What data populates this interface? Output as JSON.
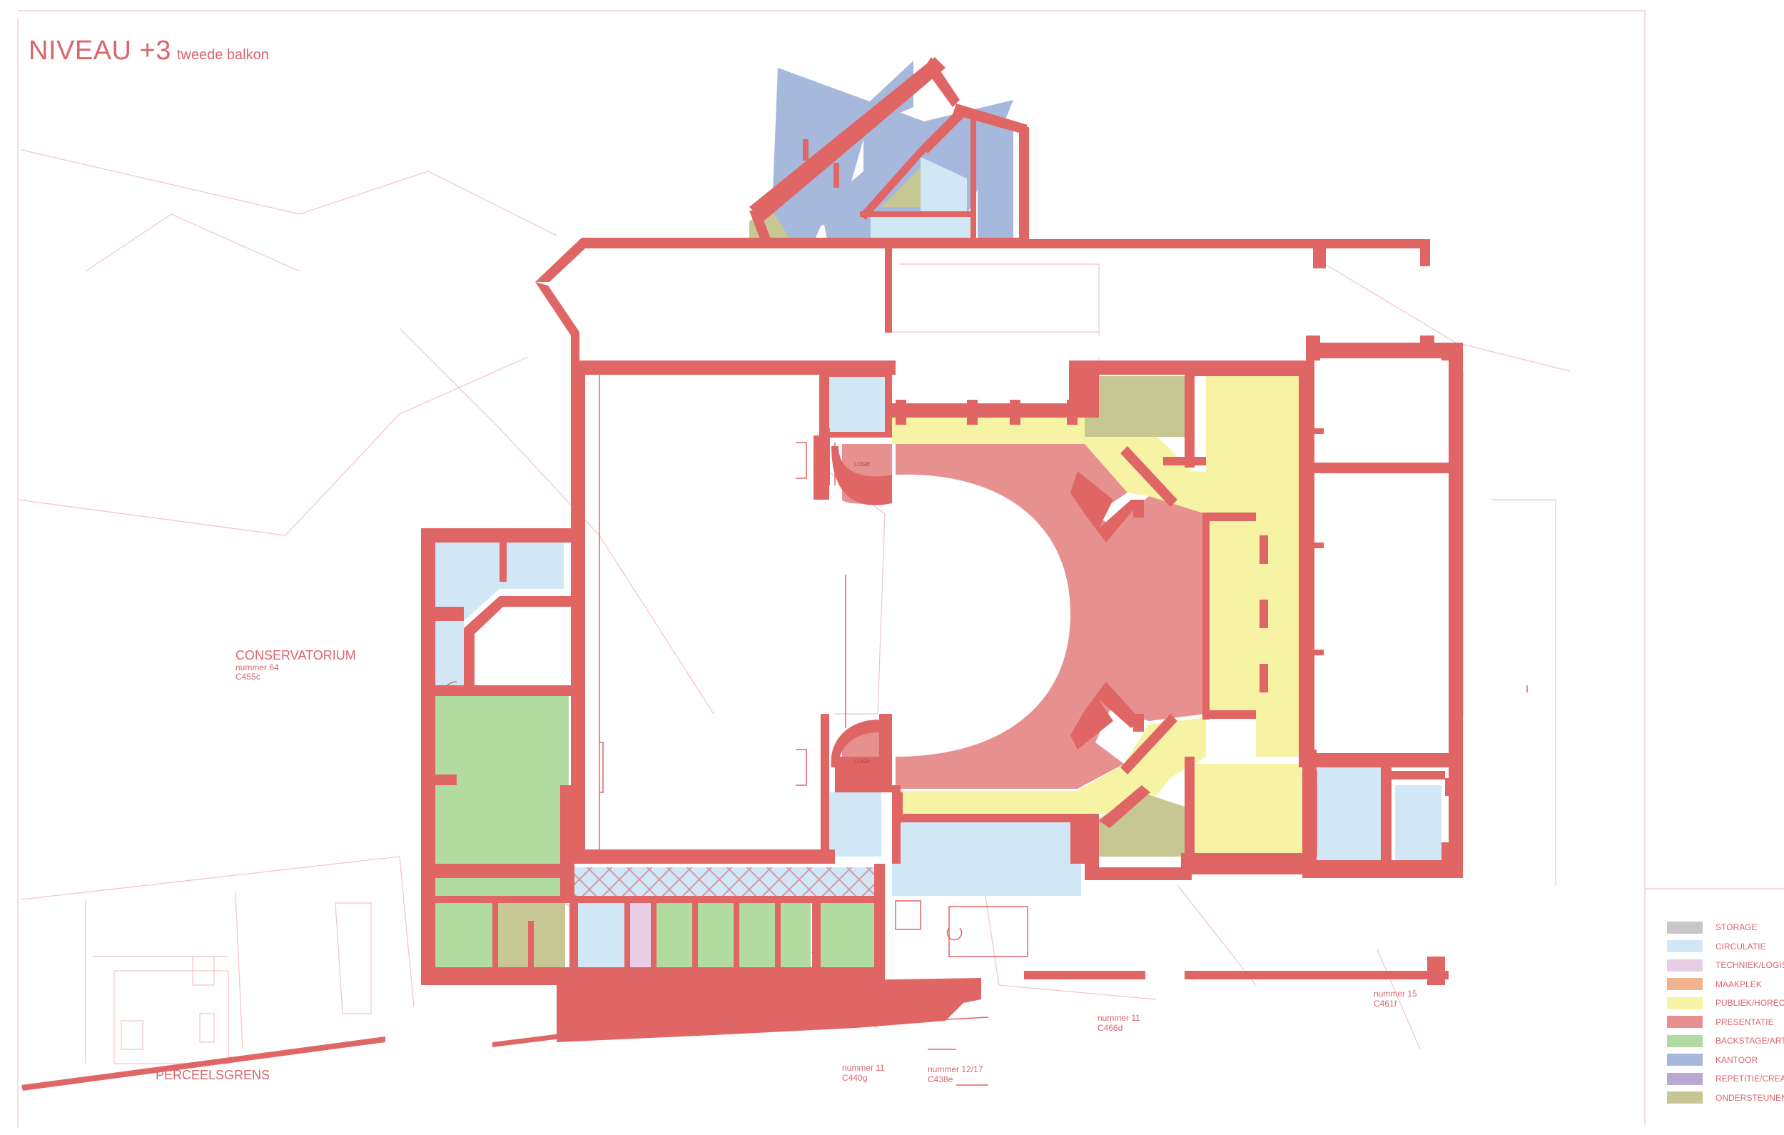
{
  "title": {
    "main": "NIVEAU +3",
    "sub": "tweede balkon"
  },
  "neighbours": [
    {
      "name": "CONSERVATORIUM",
      "number": "nummer 64",
      "code": "C455c"
    },
    {
      "name": "",
      "number": "nummer 11",
      "code": "C440g"
    },
    {
      "name": "",
      "number": "nummer 12/17",
      "code": "C438e"
    },
    {
      "name": "",
      "number": "nummer 11",
      "code": "C466d"
    },
    {
      "name": "",
      "number": "nummer 15",
      "code": "C461f"
    }
  ],
  "boundary_label": "PERCEELSGRENS",
  "room_labels": {
    "loge_north": "LOGE",
    "loge_south": "LOGE"
  },
  "legend": [
    {
      "label": "STORAGE",
      "color": "#c8c6c8"
    },
    {
      "label": "CIRCULATIE",
      "color": "#d2e7f6"
    },
    {
      "label": "TECHNIEK/LOGISTIEK",
      "color": "#e8cde6"
    },
    {
      "label": "MAAKPLEK",
      "color": "#f3b28e"
    },
    {
      "label": "PUBLIEK/HORECA",
      "color": "#f6f3a4"
    },
    {
      "label": "PRESENTATIE",
      "color": "#e79090"
    },
    {
      "label": "BACKSTAGE/ARTIEST",
      "color": "#b2dba2"
    },
    {
      "label": "KANTOOR",
      "color": "#a7b8dd"
    },
    {
      "label": "REPETITIE/CREATIE",
      "color": "#b8a8d2"
    },
    {
      "label": "ONDERSTEUNEND",
      "color": "#c6c792"
    }
  ],
  "colors": {
    "wall": "#e06666",
    "site_lines": "#f2c4c4",
    "hatch": "#d09aa8"
  }
}
